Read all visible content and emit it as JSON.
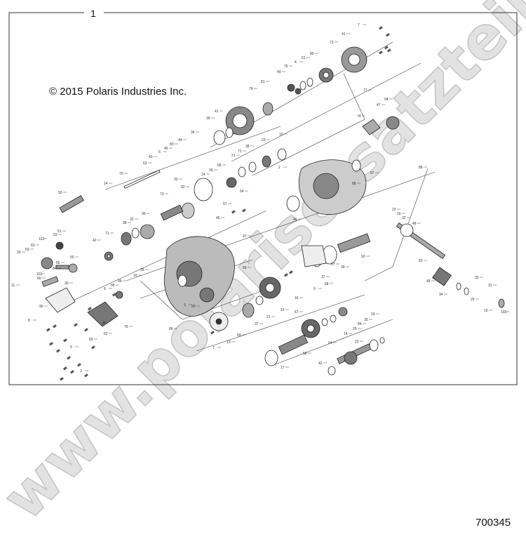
{
  "figure_number": "1",
  "copyright": "© 2015 Polaris Industries Inc.",
  "part_number": "700345",
  "watermark": "www.polarisersatzteile.de",
  "callouts": [
    "7",
    "41",
    "73",
    "80",
    "61",
    "4",
    "75",
    "49",
    "77",
    "81",
    "79",
    "41",
    "39",
    "34",
    "44",
    "83",
    "45",
    "6",
    "43",
    "63",
    "70",
    "24",
    "50",
    "15",
    "23",
    "38",
    "72",
    "21",
    "66",
    "26",
    "14",
    "33",
    "92",
    "54",
    "57",
    "46",
    "73",
    "96",
    "32",
    "38",
    "71",
    "42",
    "2",
    "74",
    "47",
    "94",
    "86",
    "87",
    "88",
    "40",
    "97",
    "22",
    "16",
    "32",
    "48",
    "92",
    "39",
    "37",
    "68",
    "52",
    "49",
    "34",
    "29",
    "32",
    "31",
    "19",
    "102",
    "55",
    "9",
    "16",
    "67",
    "15",
    "21",
    "37",
    "69",
    "13",
    "7",
    "84",
    "25",
    "14",
    "64",
    "19",
    "35",
    "23",
    "56",
    "17",
    "42",
    "86",
    "76",
    "62",
    "69",
    "5",
    "3",
    "8",
    "90",
    "11",
    "101",
    "84",
    "60",
    "65",
    "55",
    "20",
    "50",
    "63",
    "102",
    "53",
    "51",
    "30",
    "99",
    "95",
    "8",
    "28",
    "3",
    "90",
    "10",
    "27"
  ]
}
